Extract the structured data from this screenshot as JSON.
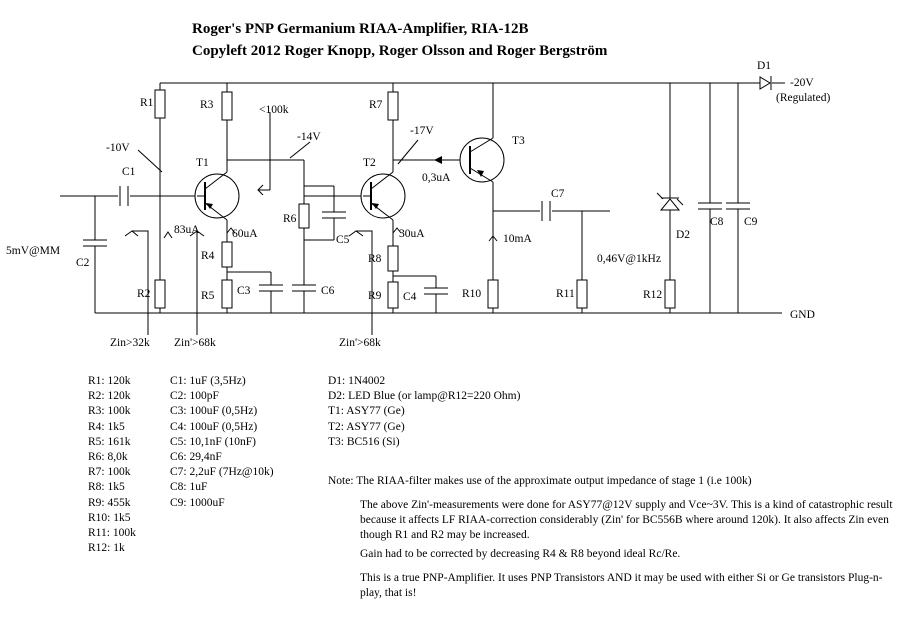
{
  "title": {
    "line1": "Roger's PNP Germanium RIAA-Amplifier, RIA-12B",
    "line2": "Copyleft 2012 Roger Knopp, Roger Olsson and Roger Bergström"
  },
  "labels": {
    "R1": "R1",
    "R2": "R2",
    "R3": "R3",
    "R4": "R4",
    "R5": "R5",
    "R6": "R6",
    "R7": "R7",
    "R8": "R8",
    "R9": "R9",
    "R10": "R10",
    "R11": "R11",
    "R12": "R12",
    "C1": "C1",
    "C2": "C2",
    "C3": "C3",
    "C4": "C4",
    "C5": "C5",
    "C6": "C6",
    "C7": "C7",
    "C8": "C8",
    "C9": "C9",
    "T1": "T1",
    "T2": "T2",
    "T3": "T3",
    "D1": "D1",
    "D2": "D2",
    "supply": "-20V",
    "regulated": "(Regulated)",
    "gnd": "GND",
    "input": "5mV@MM",
    "v10": "-10V",
    "v14": "-14V",
    "v17": "-17V",
    "lt100k": "<100k",
    "i83": "83uA",
    "i60": "60uA",
    "i30": "30uA",
    "i03": "0,3uA",
    "i10m": "10mA",
    "out": "0,46V@1kHz",
    "zin1": "Zin>32k",
    "zin2": "Zin'>68k",
    "zin3": "Zin'>68k"
  },
  "resistors": [
    "R1: 120k",
    "R2: 120k",
    "R3: 100k",
    "R4: 1k5",
    "R5: 161k",
    "R6: 8,0k",
    "R7: 100k",
    "R8: 1k5",
    "R9: 455k",
    "R10: 1k5",
    "R11: 100k",
    "R12: 1k"
  ],
  "capacitors": [
    "C1: 1uF (3,5Hz)",
    "C2: 100pF",
    "C3: 100uF (0,5Hz)",
    "C4: 100uF (0,5Hz)",
    "C5: 10,1nF (10nF)",
    "C6: 29,4nF",
    "C7: 2,2uF (7Hz@10k)",
    "C8: 1uF",
    "C9: 1000uF"
  ],
  "semis": [
    "D1: 1N4002",
    "D2: LED Blue (or lamp@R12=220 Ohm)",
    "T1: ASY77 (Ge)",
    "T2: ASY77 (Ge)",
    "T3: BC516 (Si)"
  ],
  "notes": {
    "main": "Note: The RIAA-filter makes use of the approximate output impedance of stage 1 (i.e 100k)",
    "p1": "The above Zin'-measurements were done for ASY77@12V supply and Vce~3V. This is a kind of catastrophic result because it affects LF RIAA-correction considerably (Zin' for BC556B where around 120k). It also affects Zin even though R1 and R2 may be increased.",
    "p2": "Gain had to be corrected by decreasing R4 & R8 beyond ideal Rc/Re.",
    "p3": "This is a true PNP-Amplifier. It uses PNP Transistors AND it may be used with either Si or Ge transistors Plug-n-play, that is!"
  }
}
